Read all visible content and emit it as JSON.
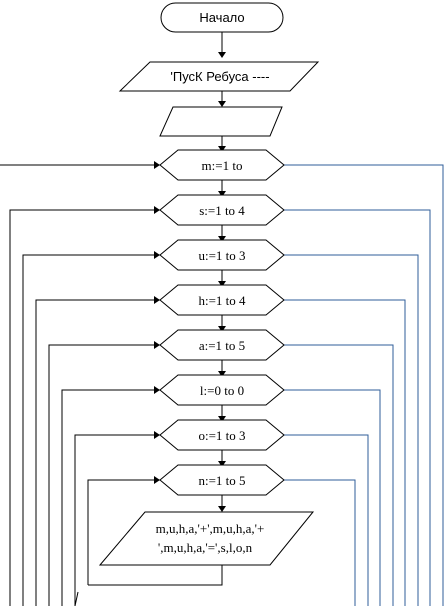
{
  "flowchart": {
    "start": {
      "label": "Начало"
    },
    "output": {
      "label": "'ПусК Ребуса ----"
    },
    "input": {
      "label": ""
    },
    "loops": [
      {
        "id": "m",
        "label": "m:=1 to"
      },
      {
        "id": "s",
        "label": "s:=1 to 4"
      },
      {
        "id": "u",
        "label": "u:=1 to 3"
      },
      {
        "id": "h",
        "label": "h:=1 to 4"
      },
      {
        "id": "a",
        "label": "a:=1 to 5"
      },
      {
        "id": "l",
        "label": "l:=0 to 0"
      },
      {
        "id": "o",
        "label": "o:=1 to 3"
      },
      {
        "id": "n",
        "label": "n:=1 to 5"
      }
    ],
    "print": {
      "line1": "m,u,h,a,'+',m,u,h,a,'+",
      "line2": "',m,u,h,a,'=',s,l,o,n"
    }
  }
}
